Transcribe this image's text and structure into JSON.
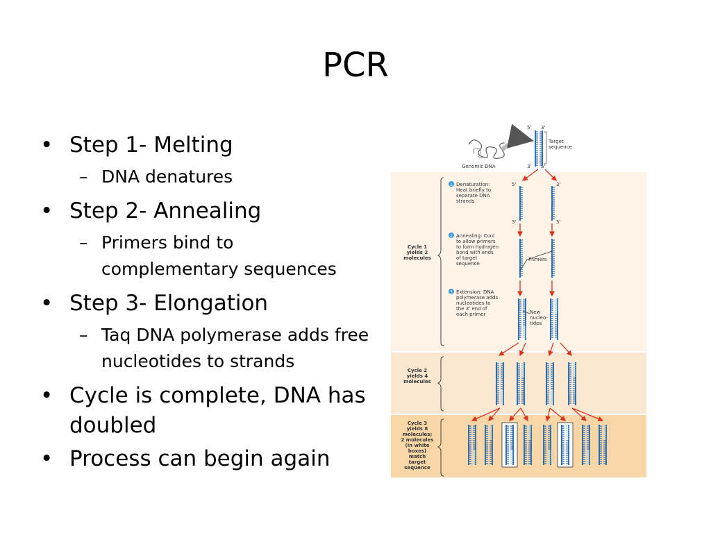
{
  "slide": {
    "title": "PCR",
    "bullets": [
      {
        "text": "Step 1- Melting",
        "sub": "DNA denatures"
      },
      {
        "text": "Step 2-  Annealing",
        "sub": "Primers bind to complementary sequences"
      },
      {
        "text": "Step 3- Elongation",
        "sub": "Taq DNA polymerase adds free nucleotides to strands"
      },
      {
        "text": "Cycle is complete, DNA has doubled"
      },
      {
        "text": "Process can begin again"
      }
    ]
  },
  "figure": {
    "genomic_label": "Genomic DNA",
    "target_label": "Target sequence",
    "five_prime": "5'",
    "three_prime": "3'",
    "steps": [
      {
        "num": "1",
        "text": "Denaturation: Heat briefly to separate DNA strands"
      },
      {
        "num": "2",
        "text": "Annealing: Cool to allow primers to form hydrogen bond with ends of target sequence"
      },
      {
        "num": "3",
        "text": "Extension: DNA polymerase adds nucleotides to the 3' end of each primer"
      }
    ],
    "primers_label": "Primers",
    "new_nucleotides_label": "New nucleo- tides",
    "cycles": [
      {
        "text": "Cycle 1 yields 2 molecules"
      },
      {
        "text": "Cycle 2 yields 4 molecules"
      },
      {
        "text": "Cycle 3 yields 8 molecules; 2 molecules (in white boxes) match target sequence"
      }
    ],
    "colors": {
      "cycle1_bg": "#fdf3e6",
      "cycle2_bg": "#fbe7cf",
      "cycle3_bg": "#f8d6a6",
      "strand_blue": "#2f6fb3",
      "primer_light": "#8ed2ec",
      "arrow_red": "#d8321f"
    }
  }
}
